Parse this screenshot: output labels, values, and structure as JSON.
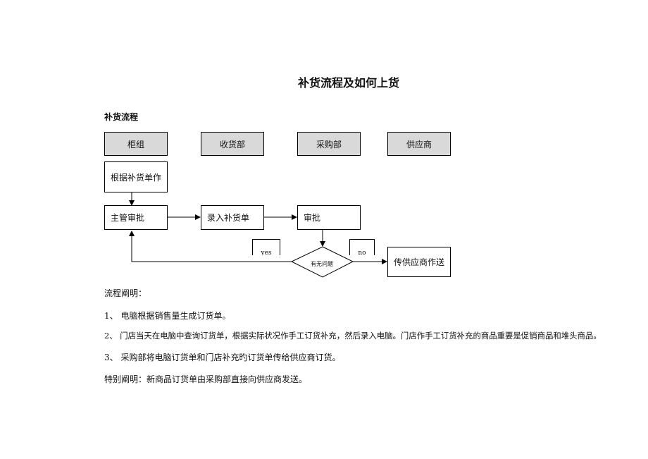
{
  "document": {
    "title": "补货流程及如何上货",
    "section_heading": "补货流程"
  },
  "flowchart": {
    "lanes": [
      "柜组",
      "收货部",
      "采购部",
      "供应商"
    ],
    "steps": {
      "make_order": "根据补货单作",
      "supervisor_approval": "主管审批",
      "enter_order": "录入补货单",
      "approve": "审批",
      "send_supplier": "传供应商作送"
    },
    "decision": "有无问题",
    "yes_label": "yes",
    "no_label": "no"
  },
  "explanation": {
    "heading": "流程阐明：",
    "items": [
      "1、  电脑根据销售量生成订货单。",
      "2、  门店当天在电脑中查询订货单，根据实际状况作手工订货补充，然后录入电脑。门店作手工订货补充的商品重要是促销商品和堆头商品。",
      "3、  采购部将电脑订货单和门店补充旳订货单传给供应商订货。"
    ],
    "special_note": "特别阐明：新商品订货单由采购部直接向供应商发送。"
  }
}
